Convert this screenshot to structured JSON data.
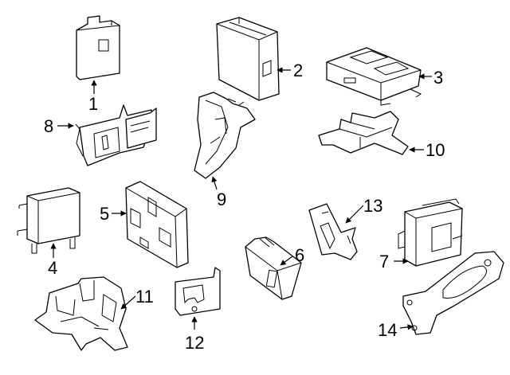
{
  "diagram": {
    "callouts": [
      "1",
      "2",
      "3",
      "4",
      "5",
      "6",
      "7",
      "8",
      "9",
      "10",
      "11",
      "12",
      "13",
      "14"
    ],
    "colors": {
      "line": "#000000",
      "background": "#ffffff"
    }
  }
}
